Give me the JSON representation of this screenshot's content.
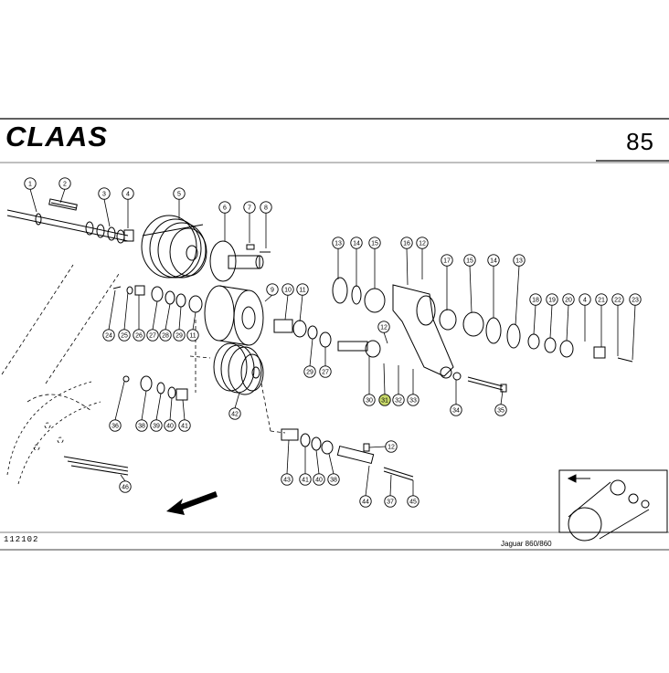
{
  "header": {
    "brand": "CLAAS",
    "page_number": "85"
  },
  "footer": {
    "reference": "112102",
    "model": "Jaguar 860/860"
  },
  "callouts": [
    {
      "label": "1"
    },
    {
      "label": "2"
    },
    {
      "label": "3"
    },
    {
      "label": "4"
    },
    {
      "label": "5"
    },
    {
      "label": "6"
    },
    {
      "label": "7"
    },
    {
      "label": "8"
    },
    {
      "label": "9"
    },
    {
      "label": "10"
    },
    {
      "label": "11"
    },
    {
      "label": "13"
    },
    {
      "label": "14"
    },
    {
      "label": "15"
    },
    {
      "label": "16"
    },
    {
      "label": "12"
    },
    {
      "label": "17"
    },
    {
      "label": "15"
    },
    {
      "label": "14"
    },
    {
      "label": "13"
    },
    {
      "label": "12"
    },
    {
      "label": "18"
    },
    {
      "label": "19"
    },
    {
      "label": "20"
    },
    {
      "label": "4"
    },
    {
      "label": "21"
    },
    {
      "label": "22"
    },
    {
      "label": "23"
    },
    {
      "label": "24"
    },
    {
      "label": "25"
    },
    {
      "label": "26"
    },
    {
      "label": "27"
    },
    {
      "label": "28"
    },
    {
      "label": "29"
    },
    {
      "label": "11"
    },
    {
      "label": "29"
    },
    {
      "label": "27"
    },
    {
      "label": "30"
    },
    {
      "label": "31",
      "highlight": true
    },
    {
      "label": "32"
    },
    {
      "label": "33"
    },
    {
      "label": "34"
    },
    {
      "label": "35"
    },
    {
      "label": "36"
    },
    {
      "label": "38"
    },
    {
      "label": "39"
    },
    {
      "label": "40"
    },
    {
      "label": "41"
    },
    {
      "label": "42"
    },
    {
      "label": "12"
    },
    {
      "label": "43"
    },
    {
      "label": "41"
    },
    {
      "label": "40"
    },
    {
      "label": "38"
    },
    {
      "label": "44"
    },
    {
      "label": "37"
    },
    {
      "label": "45"
    },
    {
      "label": "46"
    }
  ],
  "colors": {
    "line": "#000000",
    "highlight": "#c8d96a"
  }
}
